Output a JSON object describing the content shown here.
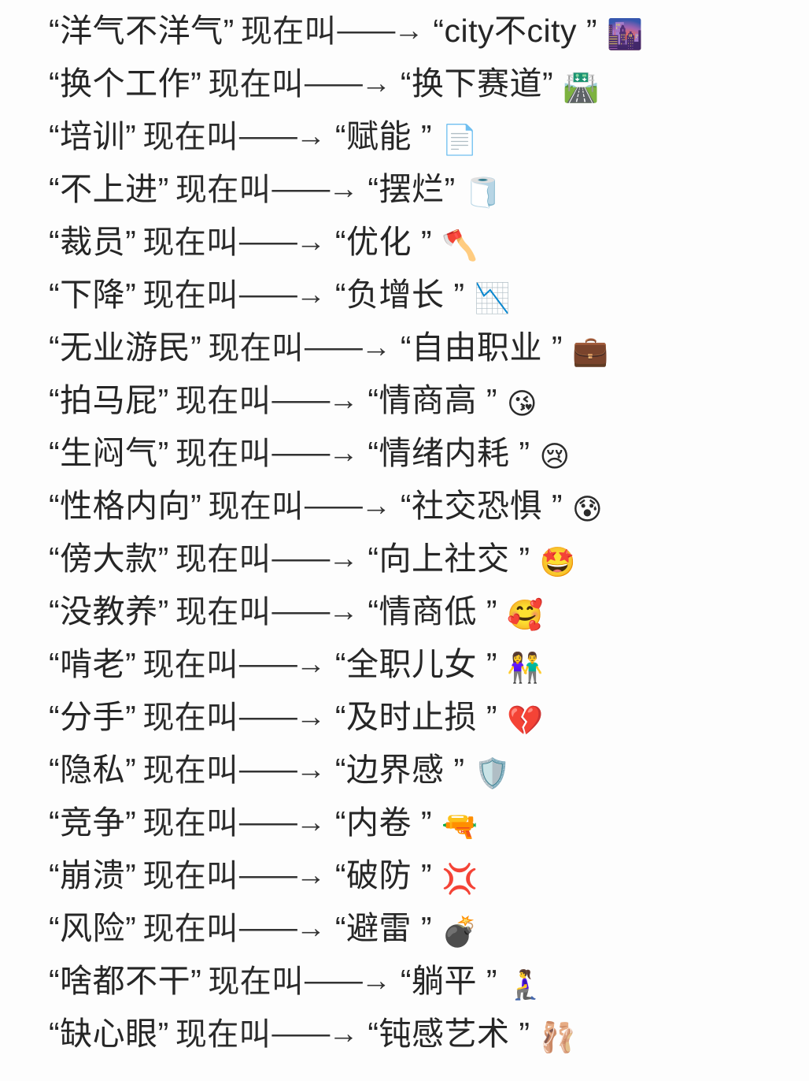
{
  "page": {
    "kind": "text-image-list",
    "background_color": "#fdfdfd",
    "text_color": "#2b2b2b",
    "connector": "——→",
    "verb": "现在叫",
    "open_quote": "“",
    "close_quote": "”"
  },
  "lines": [
    {
      "old": "“洋气不洋气”",
      "verb": "现在叫",
      "arrow": "——→",
      "new": "“city不city ”",
      "emoji": "🌆",
      "emoji_name": "cityscape-at-dusk-emoji"
    },
    {
      "old": "“换个工作”",
      "verb": "现在叫",
      "arrow": "——→",
      "new": "“换下赛道”",
      "emoji": "🛣️",
      "emoji_name": "motorway-emoji"
    },
    {
      "old": "“培训”",
      "verb": "现在叫",
      "arrow": "——→",
      "new": "“赋能 ”",
      "emoji": "📄",
      "emoji_name": "page-facing-up-emoji"
    },
    {
      "old": "“不上进”",
      "verb": "现在叫",
      "arrow": "——→",
      "new": "“摆烂”",
      "emoji": "🧻",
      "emoji_name": "roll-of-paper-emoji"
    },
    {
      "old": "“裁员”",
      "verb": "现在叫",
      "arrow": "——→",
      "new": "“优化 ”",
      "emoji": "🪓",
      "emoji_name": "axe-emoji"
    },
    {
      "old": "“下降”",
      "verb": "现在叫",
      "arrow": "——→",
      "new": "“负增长 ”",
      "emoji": "📉",
      "emoji_name": "chart-decreasing-emoji"
    },
    {
      "old": "“无业游民”",
      "verb": "现在叫",
      "arrow": "——→",
      "new": "“自由职业 ”",
      "emoji": "💼",
      "emoji_name": "briefcase-emoji"
    },
    {
      "old": "“拍马屁”",
      "verb": "现在叫",
      "arrow": "——→",
      "new": "“情商高 ”",
      "emoji": "😘",
      "emoji_name": "face-blowing-a-kiss-emoji"
    },
    {
      "old": "“生闷气”",
      "verb": "现在叫",
      "arrow": "——→",
      "new": "“情绪内耗 ”",
      "emoji": "😢",
      "emoji_name": "crying-face-emoji"
    },
    {
      "old": "“性格内向”",
      "verb": "现在叫",
      "arrow": "——→",
      "new": "“社交恐惧 ”",
      "emoji": "😰",
      "emoji_name": "anxious-face-with-sweat-emoji"
    },
    {
      "old": "“傍大款”",
      "verb": "现在叫",
      "arrow": "——→",
      "new": "“向上社交 ”",
      "emoji": "🤩",
      "emoji_name": "star-struck-emoji"
    },
    {
      "old": "“没教养”",
      "verb": "现在叫",
      "arrow": "——→",
      "new": "“情商低 ”",
      "emoji": "🥰",
      "emoji_name": "smiling-face-with-hearts-emoji"
    },
    {
      "old": "“啃老”",
      "verb": "现在叫",
      "arrow": "——→",
      "new": "“全职儿女 ”",
      "emoji": "👫",
      "emoji_name": "woman-and-man-holding-hands-emoji"
    },
    {
      "old": "“分手”",
      "verb": "现在叫",
      "arrow": "——→",
      "new": "“及时止损 ”",
      "emoji": "💔",
      "emoji_name": "broken-heart-emoji"
    },
    {
      "old": "“隐私”",
      "verb": "现在叫",
      "arrow": "——→",
      "new": "“边界感 ”",
      "emoji": "🛡️",
      "emoji_name": "shield-emoji"
    },
    {
      "old": "“竞争”",
      "verb": "现在叫",
      "arrow": "——→",
      "new": "“内卷 ”",
      "emoji": "🔫",
      "emoji_name": "water-pistol-emoji"
    },
    {
      "old": "“崩溃”",
      "verb": "现在叫",
      "arrow": "——→",
      "new": "“破防 ”",
      "emoji": "💢",
      "emoji_name": "anger-symbol-emoji"
    },
    {
      "old": "“风险”",
      "verb": "现在叫",
      "arrow": "——→",
      "new": "“避雷 ”",
      "emoji": "💣",
      "emoji_name": "bomb-emoji"
    },
    {
      "old": "“啥都不干”",
      "verb": "现在叫",
      "arrow": "——→",
      "new": "“躺平 ”",
      "emoji": "🧎‍♀️",
      "emoji_name": "woman-kneeling-emoji"
    },
    {
      "old": "“缺心眼”",
      "verb": "现在叫",
      "arrow": "——→",
      "new": "“钝感艺术 ”",
      "emoji": "🩰",
      "emoji_name": "ballet-shoes-emoji"
    }
  ]
}
